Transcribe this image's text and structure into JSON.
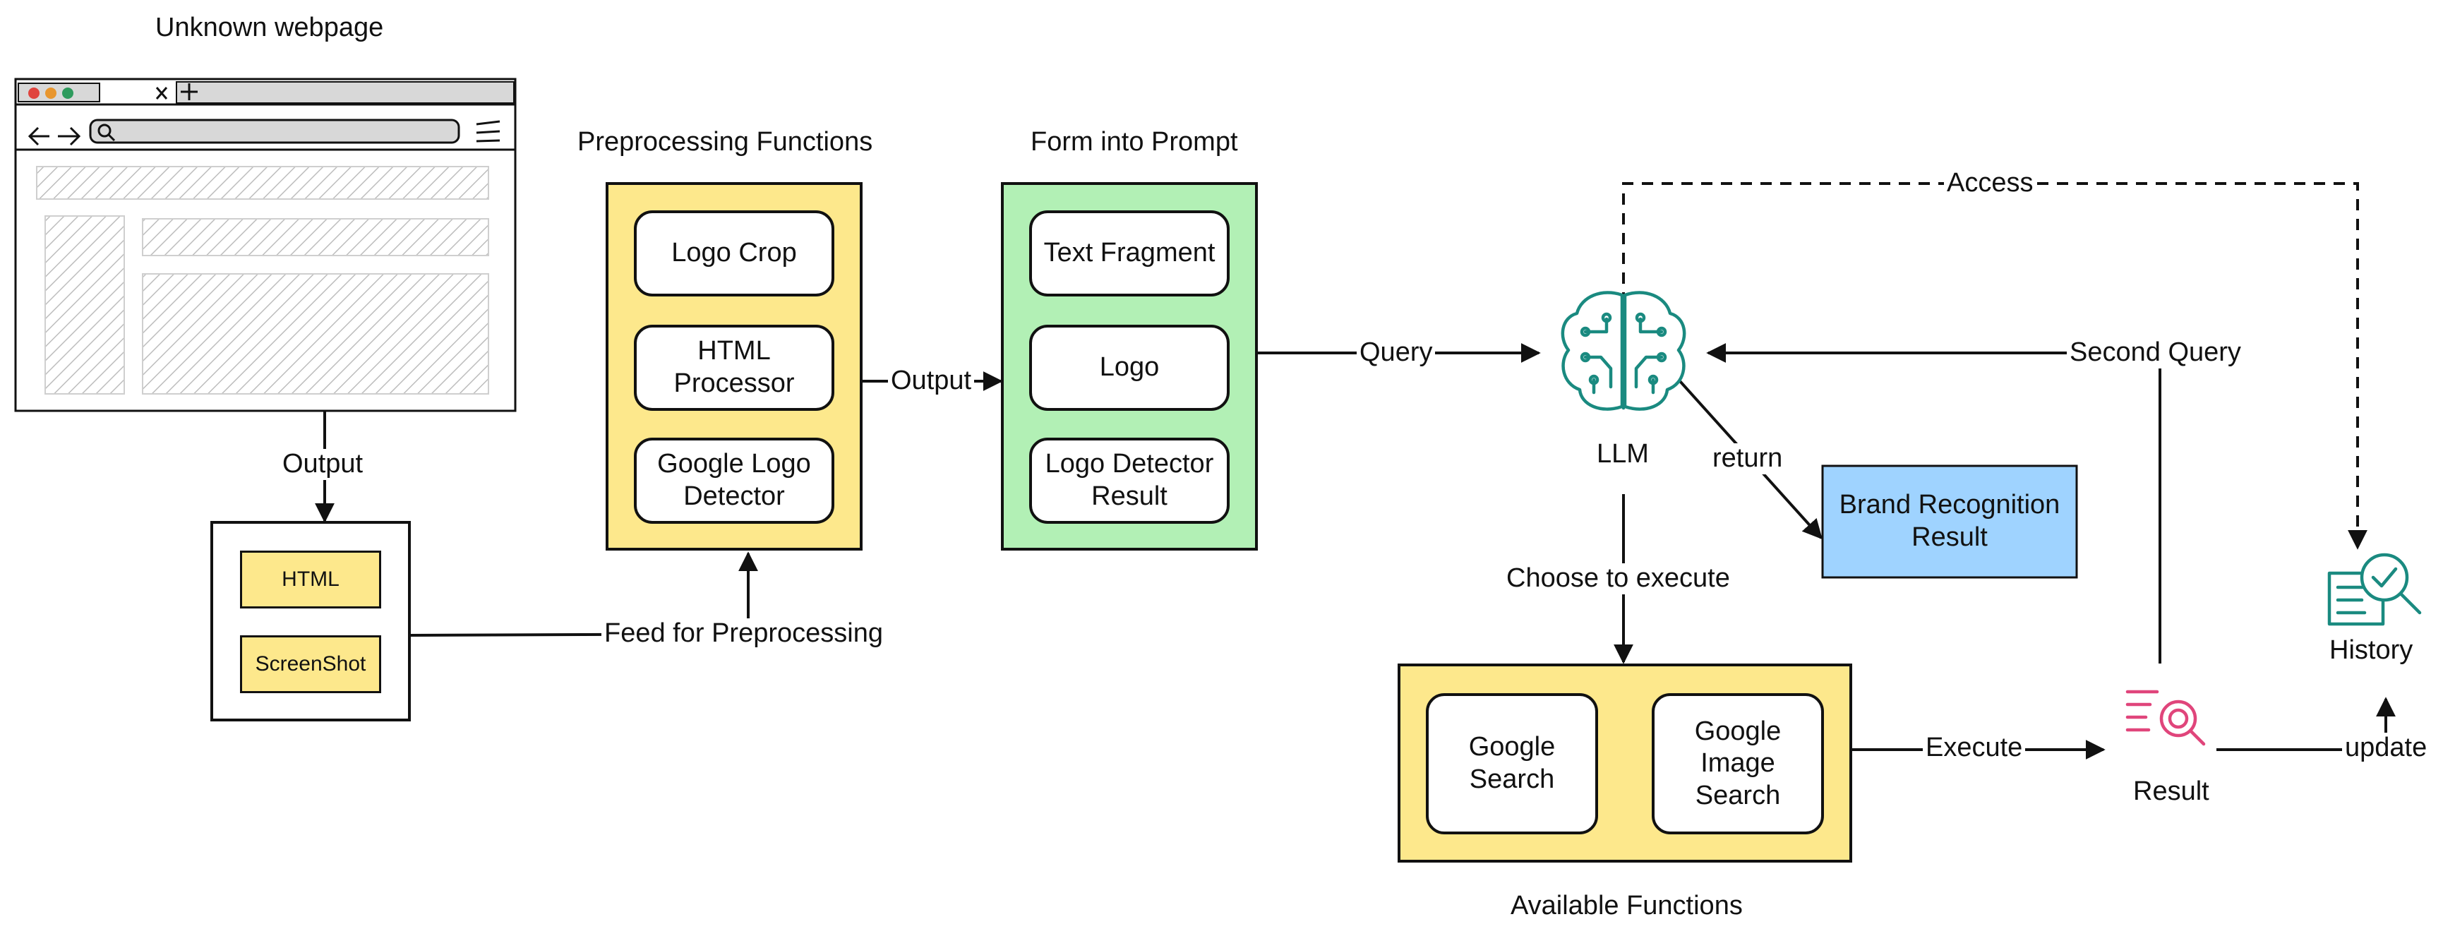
{
  "titles": {
    "webpage": "Unknown webpage",
    "preprocessing": "Preprocessing Functions",
    "prompt": "Form into Prompt",
    "available": "Available Functions"
  },
  "input_items": [
    "HTML",
    "ScreenShot"
  ],
  "preprocessing_items": [
    "Logo Crop",
    "HTML Processor",
    "Google Logo Detector"
  ],
  "prompt_items": [
    "Text Fragment",
    "Logo",
    "Logo Detector Result"
  ],
  "function_items": [
    "Google Search",
    "Google Image Search"
  ],
  "nodes": {
    "llm": "LLM",
    "brand_result": "Brand Recognition Result",
    "result": "Result",
    "history": "History"
  },
  "edges": {
    "output_webpage": "Output",
    "feed": "Feed for Preprocessing",
    "output_pre": "Output",
    "query": "Query",
    "return": "return",
    "choose": "Choose to execute",
    "execute": "Execute",
    "update": "update",
    "second_query": "Second Query",
    "access": "Access"
  },
  "colors": {
    "yellow": "#fde88c",
    "green": "#b2f0b5",
    "blue": "#9fd3ff",
    "teal_icon": "#1a8a80",
    "pink_icon": "#e0457b",
    "browser_red": "#e0443e",
    "browser_orange": "#e8962e",
    "browser_green": "#2e9b5d"
  },
  "icons": {
    "llm": "brain-circuit-icon",
    "result": "search-result-icon",
    "history": "history-check-icon"
  }
}
